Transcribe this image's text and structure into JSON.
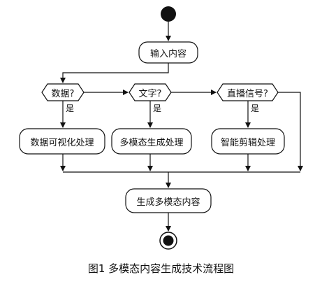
{
  "diagram": {
    "input_node": "输入内容",
    "decisions": [
      {
        "label": "数据?",
        "yes_label": "是"
      },
      {
        "label": "文字?",
        "yes_label": "是"
      },
      {
        "label": "直播信号?",
        "yes_label": "是"
      }
    ],
    "processes": [
      "数据可视化处理",
      "多模态生成处理",
      "智能剪辑处理"
    ],
    "output_node": "生成多模态内容"
  },
  "caption": "图1   多模态内容生成技术流程图"
}
